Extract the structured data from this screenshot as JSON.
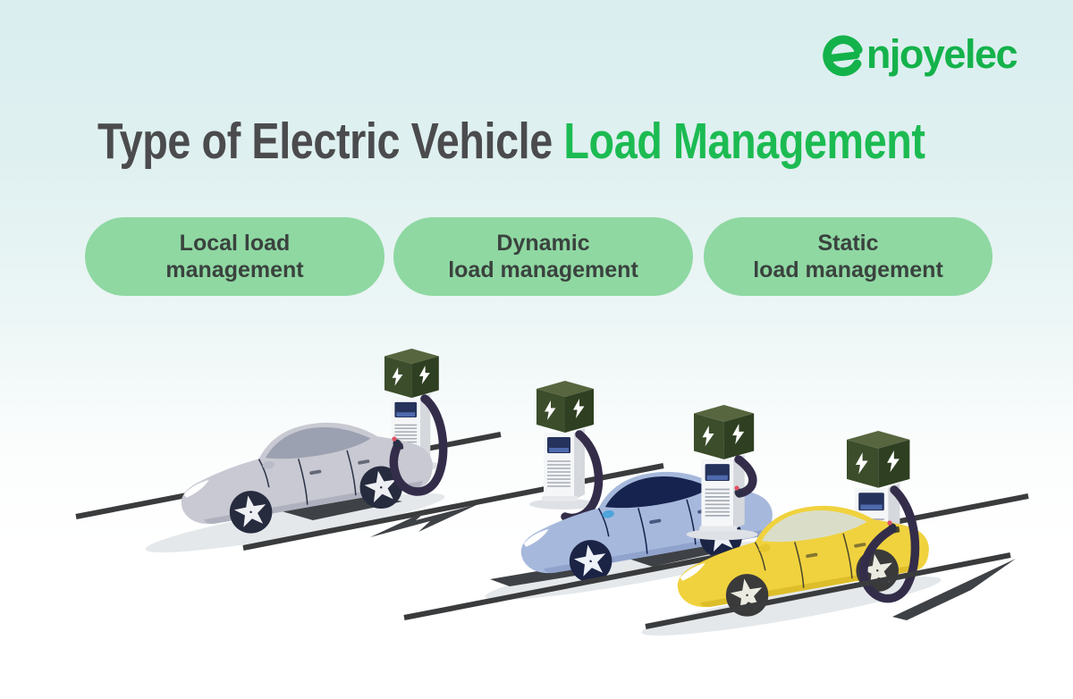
{
  "logo": {
    "full_name": "enjoyelec",
    "mark_letter": "e",
    "text_after_mark": "njoyelec"
  },
  "title": {
    "prefix": "Type of Electric Vehicle ",
    "highlight": "Load Management"
  },
  "pills": [
    {
      "label": "Local load\nmanagement"
    },
    {
      "label": "Dynamic\nload management"
    },
    {
      "label": "Static\nload management"
    }
  ],
  "illustration": {
    "cars": [
      {
        "name": "silver-electric-car"
      },
      {
        "name": "blue-electric-car"
      },
      {
        "name": "yellow-electric-car"
      }
    ],
    "station_icon": "ev-charging-station-with-lightning-bolts",
    "bolt_icon": "lightning-bolt"
  },
  "colors": {
    "brand_green": "#14B24B",
    "title_green": "#1CBB52",
    "title_dark": "#4B4B4D",
    "pill_background": "#8FD8A2",
    "pill_text": "#3A423E",
    "background_top": "#DAEEEF",
    "station_cube_green": "#3C4D2B",
    "cable_purple": "#342D4A",
    "lane_line": "#3A3B3C"
  }
}
